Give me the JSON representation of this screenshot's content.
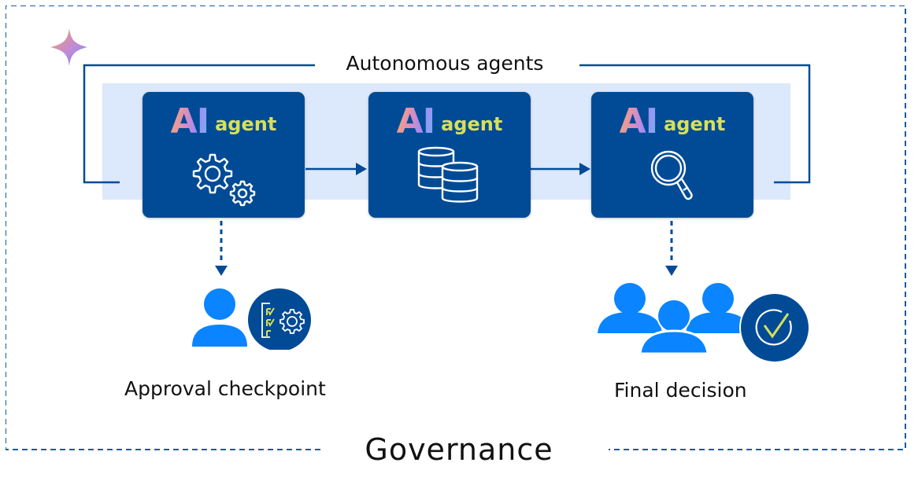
{
  "diagram": {
    "frame_label": "Governance",
    "loop_label": "Autonomous agents",
    "agents": [
      {
        "badge": "AI",
        "label": "agent",
        "icon": "gears-icon"
      },
      {
        "badge": "AI",
        "label": "agent",
        "icon": "database-icon"
      },
      {
        "badge": "AI",
        "label": "agent",
        "icon": "magnifier-icon"
      }
    ],
    "checkpoints": [
      {
        "label": "Approval checkpoint",
        "icon": "user-checklist-gear-icon",
        "from_agent": 1
      },
      {
        "label": "Final decision",
        "icon": "group-check-icon",
        "from_agent": 3
      }
    ],
    "decoration": {
      "icon": "sparkle-icon"
    },
    "colors": {
      "primary_blue": "#014b96",
      "band_blue": "#dce8fb",
      "person_blue": "#0a84ff",
      "agent_text": "#d7e05a",
      "frame_dash": "#1a5aa0"
    }
  }
}
